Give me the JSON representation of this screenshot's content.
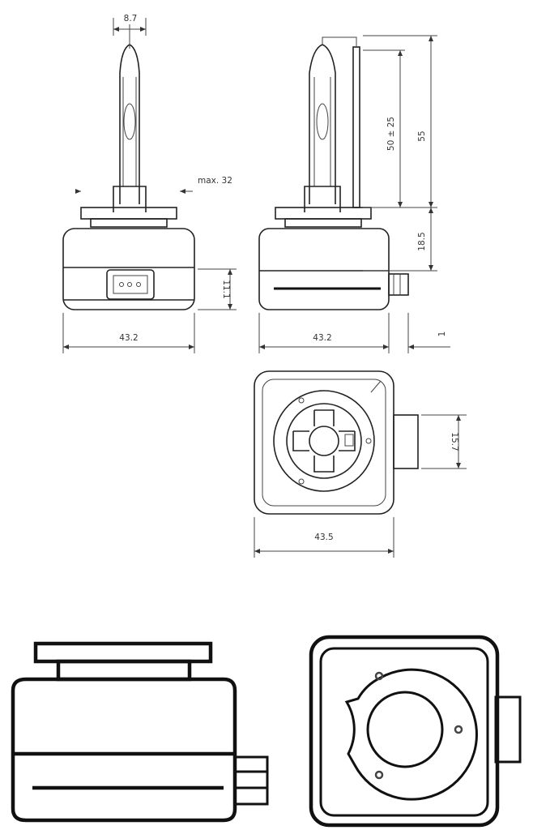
{
  "dimensions": {
    "pin_width": "8.7",
    "max_width": "max. 32",
    "height_front": "11.1",
    "base_width_front": "43.2",
    "base_width_side": "43.2",
    "arc_position": "50 ± 25",
    "overall_length": "55",
    "base_height": "18.5",
    "connector_offset": "1",
    "connector_height": "15.7",
    "base_width_bottom": "43.5"
  }
}
